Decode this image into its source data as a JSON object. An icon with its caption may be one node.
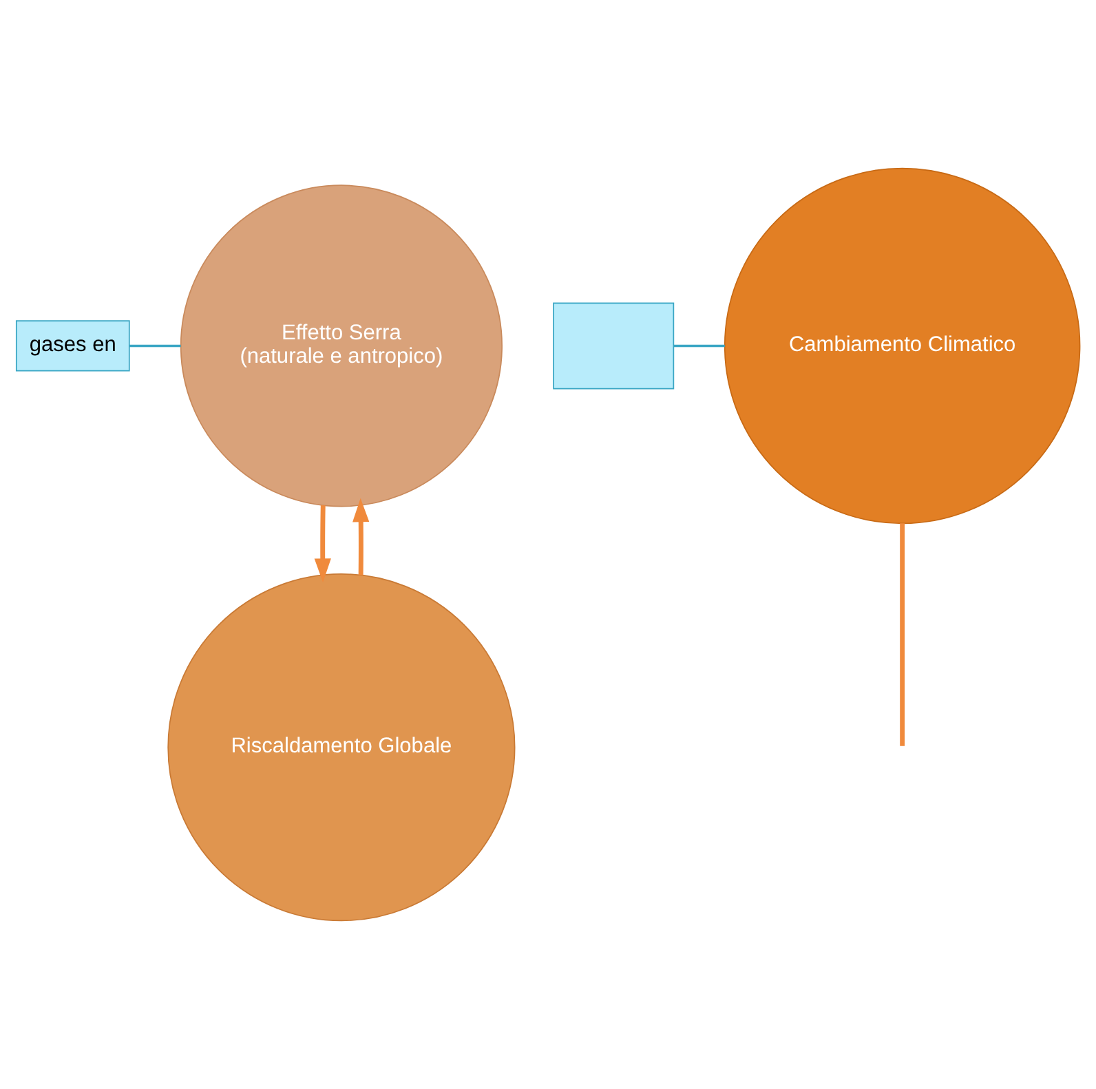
{
  "diagram": {
    "nodes": [
      {
        "text": [
          "Effetto Serra",
          "(naturale e antropico)"
        ]
      },
      {
        "text": [
          "Riscaldamento Globale"
        ]
      },
      {
        "text": [
          "Cambiamento Climatico"
        ]
      },
      {
        "text": [
          "gases en"
        ]
      },
      {
        "text": [],
        "shape": "box"
      }
    ],
    "edges": [
      {
        "from": 1,
        "to": 0,
        "arrow": "to"
      },
      {
        "from": 0,
        "to": 1,
        "arrow": "to"
      },
      {
        "from": 2,
        "to": null,
        "arrow": "none"
      },
      {
        "from": 3,
        "to": 0,
        "arrow": "none",
        "color": "#3aa6c4"
      },
      {
        "from": 4,
        "to": 2,
        "arrow": "none",
        "color": "#3aa6c4"
      }
    ]
  }
}
